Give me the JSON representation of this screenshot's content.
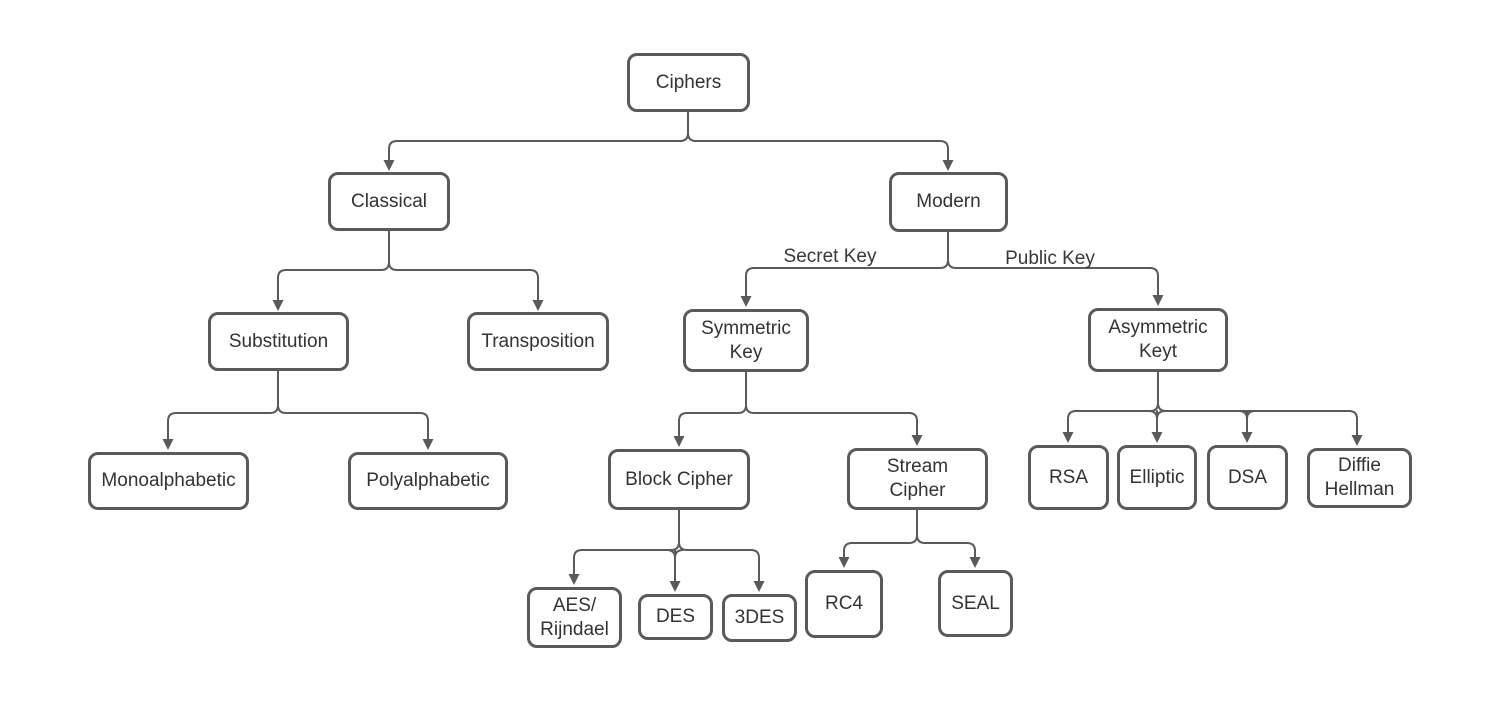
{
  "nodes": {
    "ciphers": {
      "label": "Ciphers"
    },
    "classical": {
      "label": "Classical"
    },
    "modern": {
      "label": "Modern"
    },
    "substitution": {
      "label": "Substitution"
    },
    "transposition": {
      "label": "Transposition"
    },
    "symmetric_key": {
      "label": "Symmetric\nKey"
    },
    "asymmetric_key": {
      "label": "Asymmetric\nKeyt"
    },
    "monoalphabetic": {
      "label": "Monoalphabetic"
    },
    "polyalphabetic": {
      "label": "Polyalphabetic"
    },
    "block_cipher": {
      "label": "Block Cipher"
    },
    "stream_cipher": {
      "label": "Stream\nCipher"
    },
    "rsa": {
      "label": "RSA"
    },
    "elliptic": {
      "label": "Elliptic"
    },
    "dsa": {
      "label": "DSA"
    },
    "diffie_hellman": {
      "label": "Diffie\nHellman"
    },
    "aes_rijndael": {
      "label": "AES/\nRijndael"
    },
    "des": {
      "label": "DES"
    },
    "tdes": {
      "label": "3DES"
    },
    "rc4": {
      "label": "RC4"
    },
    "seal": {
      "label": "SEAL"
    }
  },
  "edge_labels": {
    "secret_key": "Secret Key",
    "public_key": "Public Key"
  },
  "hierarchy": [
    {
      "parent": "Ciphers",
      "children": [
        "Classical",
        "Modern"
      ]
    },
    {
      "parent": "Classical",
      "children": [
        "Substitution",
        "Transposition"
      ]
    },
    {
      "parent": "Substitution",
      "children": [
        "Monoalphabetic",
        "Polyalphabetic"
      ]
    },
    {
      "parent": "Modern",
      "children": [
        "Symmetric Key",
        "Asymmetric Keyt"
      ],
      "edge_labels": [
        "Secret Key",
        "Public Key"
      ]
    },
    {
      "parent": "Symmetric Key",
      "children": [
        "Block Cipher",
        "Stream Cipher"
      ]
    },
    {
      "parent": "Block Cipher",
      "children": [
        "AES/Rijndael",
        "DES",
        "3DES"
      ]
    },
    {
      "parent": "Stream Cipher",
      "children": [
        "RC4",
        "SEAL"
      ]
    },
    {
      "parent": "Asymmetric Keyt",
      "children": [
        "RSA",
        "Elliptic",
        "DSA",
        "Diffie Hellman"
      ]
    }
  ],
  "colors": {
    "line": "#5a5a5a",
    "box_border": "#5a5a5a",
    "text": "#333333",
    "background": "#ffffff"
  }
}
